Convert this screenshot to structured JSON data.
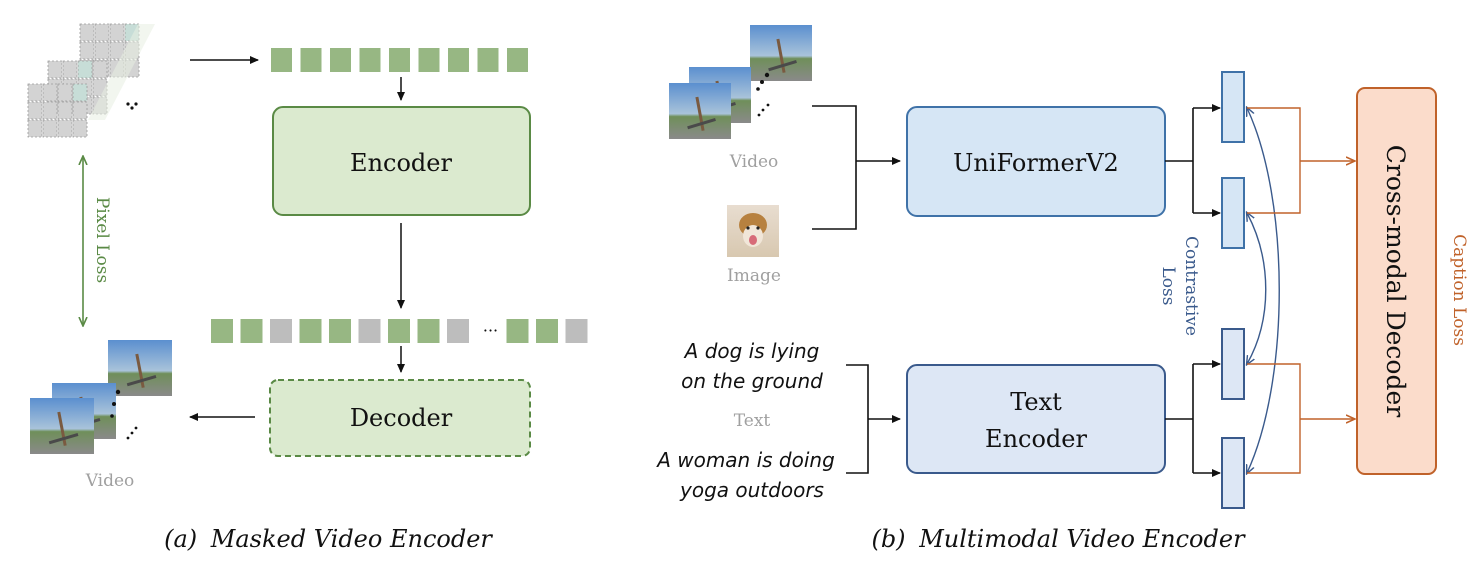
{
  "colors": {
    "green_fill": "#dbeacf",
    "green_stroke": "#5a8a45",
    "token_green": "#97b783",
    "token_gray": "#bdbdbd",
    "blue_fill": "#d6e6f5",
    "blue_fill_text": "#dde7f5",
    "blue_stroke": "#3f72a8",
    "blue_stroke_dark": "#3a5a8c",
    "orange_fill": "#fbdccb",
    "orange_stroke": "#c0622a",
    "orange_text": "#c0622a",
    "contrastive_text": "#3a5a8c",
    "gray_label": "#a0a0a0",
    "arrow": "#111111"
  },
  "panel_a": {
    "encoder_label": "Encoder",
    "decoder_label": "Decoder",
    "pixel_loss_label": "Pixel Loss",
    "video_label": "Video",
    "visible_tokens": [
      "green",
      "green",
      "green",
      "green",
      "green",
      "green",
      "green",
      "green",
      "green"
    ],
    "masked_token_sequence": [
      "green",
      "green",
      "gray",
      "green",
      "green",
      "gray",
      "green",
      "green",
      "gray",
      "ellipsis",
      "green",
      "green",
      "gray"
    ],
    "ellipsis": "···",
    "caption_prefix": "(a)",
    "caption_title": "Masked Video Encoder"
  },
  "panel_b": {
    "video_label": "Video",
    "image_label": "Image",
    "text_label": "Text",
    "caption_1": [
      "A dog is lying",
      "on the ground"
    ],
    "caption_2": [
      "A woman is doing",
      "yoga outdoors"
    ],
    "uniformer_label": "UniFormerV2",
    "text_encoder_label": [
      "Text",
      "Encoder"
    ],
    "contrastive_loss_label": [
      "Contrastive",
      "Loss"
    ],
    "cross_modal_decoder_label": "Cross-modal Decoder",
    "caption_loss_label": "Caption Loss",
    "caption_prefix": "(b)",
    "caption_title": "Multimodal Video Encoder"
  }
}
